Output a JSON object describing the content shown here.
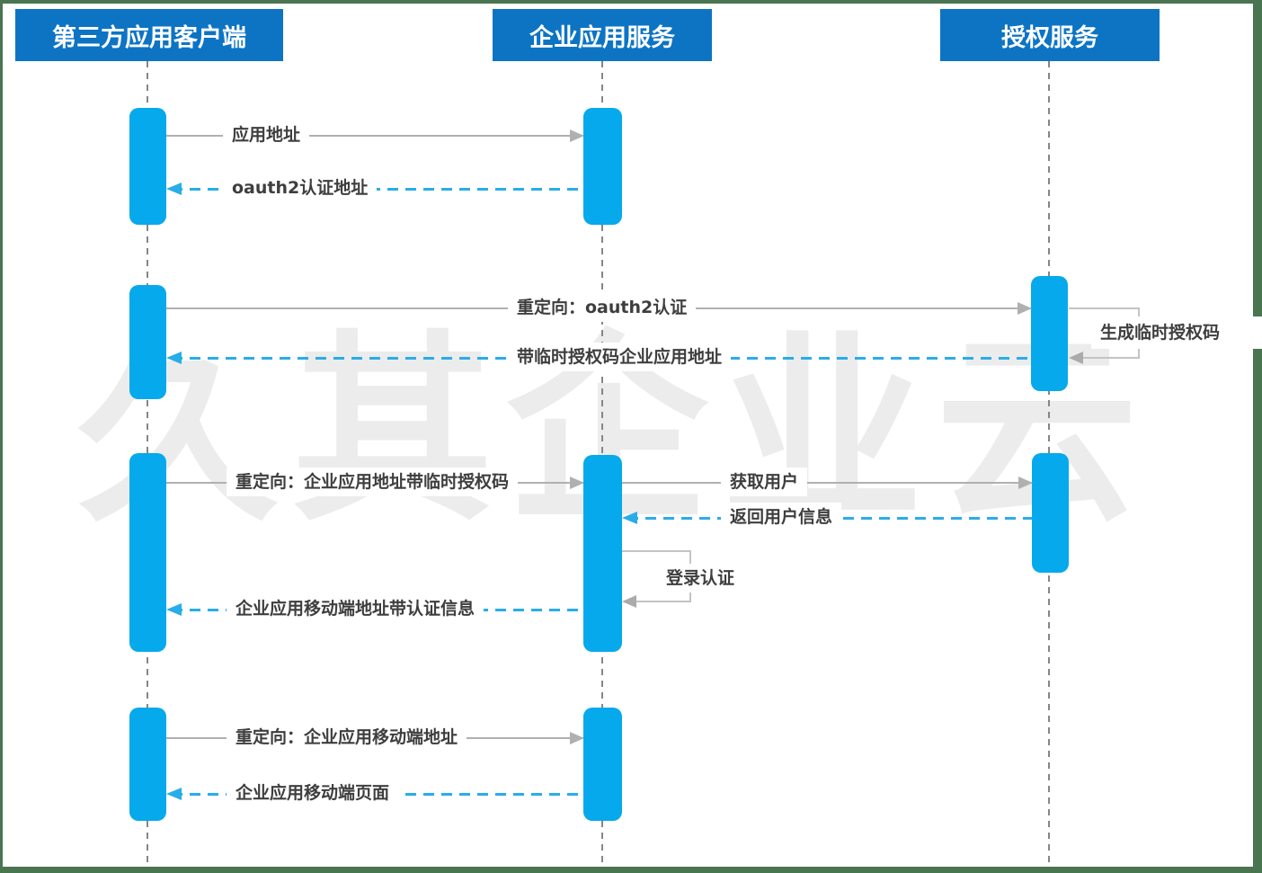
{
  "diagram": {
    "type": "sequence-diagram",
    "watermark": "久其企业云",
    "actors": [
      {
        "label": "第三方应用客户端"
      },
      {
        "label": "企业应用服务"
      },
      {
        "label": "授权服务"
      }
    ],
    "messages": [
      {
        "label": "应用地址",
        "from": "第三方应用客户端",
        "to": "企业应用服务",
        "style": "solid",
        "direction": "right"
      },
      {
        "label": "oauth2认证地址",
        "from": "企业应用服务",
        "to": "第三方应用客户端",
        "style": "dashed",
        "direction": "left"
      },
      {
        "label": "重定向：oauth2认证",
        "from": "第三方应用客户端",
        "to": "授权服务",
        "style": "solid",
        "direction": "right"
      },
      {
        "label": "生成临时授权码",
        "from": "授权服务",
        "to": "授权服务",
        "style": "self",
        "direction": "self"
      },
      {
        "label": "带临时授权码企业应用地址",
        "from": "授权服务",
        "to": "第三方应用客户端",
        "style": "dashed",
        "direction": "left"
      },
      {
        "label": "重定向：企业应用地址带临时授权码",
        "from": "第三方应用客户端",
        "to": "企业应用服务",
        "style": "solid",
        "direction": "right"
      },
      {
        "label": "获取用户",
        "from": "企业应用服务",
        "to": "授权服务",
        "style": "solid",
        "direction": "right"
      },
      {
        "label": "返回用户信息",
        "from": "授权服务",
        "to": "企业应用服务",
        "style": "dashed",
        "direction": "left"
      },
      {
        "label": "登录认证",
        "from": "企业应用服务",
        "to": "企业应用服务",
        "style": "self",
        "direction": "self"
      },
      {
        "label": "企业应用移动端地址带认证信息",
        "from": "企业应用服务",
        "to": "第三方应用客户端",
        "style": "dashed",
        "direction": "left"
      },
      {
        "label": "重定向：企业应用移动端地址",
        "from": "第三方应用客户端",
        "to": "企业应用服务",
        "style": "solid",
        "direction": "right"
      },
      {
        "label": "企业应用移动端页面",
        "from": "企业应用服务",
        "to": "第三方应用客户端",
        "style": "dashed",
        "direction": "left"
      }
    ],
    "colors": {
      "actor_box": "#0d74c4",
      "activation_bar": "#06a9ec",
      "solid_arrow": "#b0b0b0",
      "dashed_arrow": "#29ade8",
      "self_loop": "#c4c4c4",
      "label_text": "#3e3e3e",
      "lifeline": "#868686",
      "page_border": "#4a7551",
      "watermark": "#ececec"
    }
  }
}
